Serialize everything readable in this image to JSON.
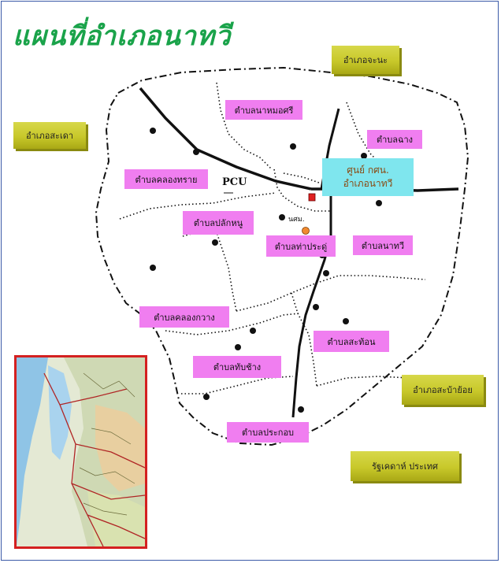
{
  "title": "แผนที่อำเภอนาทวี",
  "neighbors": {
    "jana": "อำเภอจะนะ",
    "sadao": "อำเภอสะเดา",
    "saba_yoi": "อำเภอสะบ้าย้อย",
    "malaysia": "รัฐเคดาห์  ประเทศ"
  },
  "subdistricts": {
    "na_mo_si": "ตำบลนาหมอศรี",
    "chang": "ตำบลฉาง",
    "khlong_sai": "ตำบลคลองทราย",
    "plak_nu": "ตำบลปลักหนู",
    "tha_pradu": "ตำบลท่าประดู่",
    "na_thawi": "ตำบลนาทวี",
    "khlong_kwang": "ตำบลคลองกวาง",
    "sathon": "ตำบลสะท้อน",
    "thap_chang": "ตำบลทับช้าง",
    "prakob": "ตำบลประกอบ"
  },
  "center": {
    "line1": "ศูนย์ กศน.",
    "line2": "อำเภอนาทวี"
  },
  "labels": {
    "pcu": "PCU",
    "nksm": "นศม."
  },
  "colors": {
    "title": "#1aa34a",
    "subdistrict": "#f07ef0",
    "neighbor": "#c8c82a",
    "center": "#7fe6ee",
    "inset_border": "#d42020"
  }
}
